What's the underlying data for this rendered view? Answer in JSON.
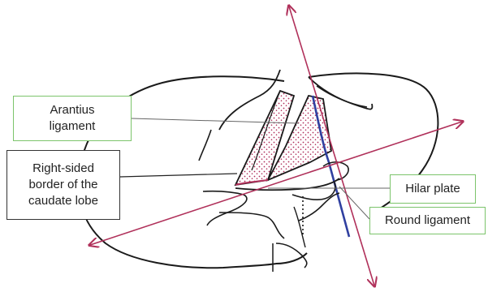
{
  "labels": {
    "arantius_line1": "Arantius",
    "arantius_line2": "ligament",
    "caudate_line1": "Right-sided",
    "caudate_line2": "border of the",
    "caudate_line3": "caudate lobe",
    "hilar_plate": "Hilar plate",
    "round_ligament": "Round ligament"
  },
  "colors": {
    "outline": "#1a1a1a",
    "axis_arrow": "#b0305a",
    "stipple": "#b0305a",
    "round_ligament_stroke": "#3040a0",
    "green_box_border": "#7cc46b",
    "dark_box_border": "#333333"
  }
}
